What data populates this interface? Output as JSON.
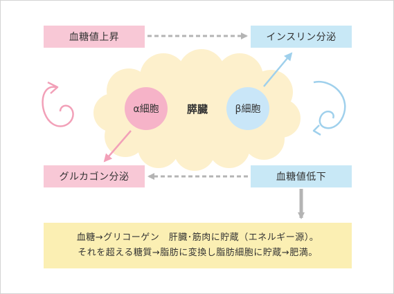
{
  "boxes": {
    "glucose_rise": "血糖値上昇",
    "insulin_secretion": "インスリン分泌",
    "glucagon_secretion": "グルカゴン分泌",
    "glucose_fall": "血糖値低下"
  },
  "pancreas": {
    "label": "膵臓",
    "alpha_cell": "α細胞",
    "beta_cell": "β細胞"
  },
  "summary": {
    "line1": "血糖→グリコーゲン　肝臓･筋肉に貯蔵（エネルギー源）。",
    "line2": "それを超える糖質→脂肪に変換し脂肪細胞に貯蔵→肥満。"
  },
  "colors": {
    "pink": "#f8c8d6",
    "blue": "#c8e8f6",
    "yellow": "#fbefb3",
    "alpha_circle": "#f6b3c8",
    "beta_circle": "#c9e6f8",
    "pancreas_cloud": "#fdf0cc",
    "gray_arrow": "#b4b4b4",
    "pink_arrow": "#f2a0b8",
    "blue_arrow": "#9fd0ec"
  }
}
